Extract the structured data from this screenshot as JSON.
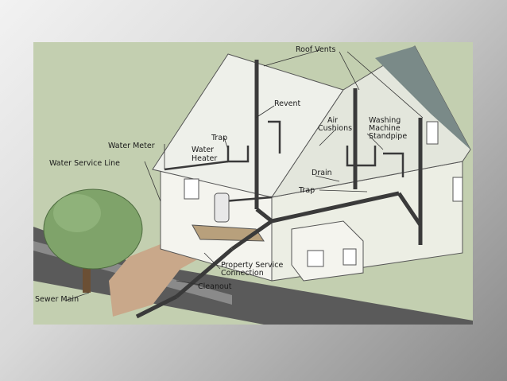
{
  "colors": {
    "background": "#c3cfb0",
    "wall": "#f4f4ee",
    "roof": "#eef0ea",
    "pipe": "#3a3a3a",
    "tree": "#7fa36a",
    "dirt": "#c9a88a",
    "road": "#4a4a4a"
  },
  "labels": {
    "roof_vents": "Roof Vents",
    "revent": "Revent",
    "air_cushions_1": "Air",
    "air_cushions_2": "Cushions",
    "washing_1": "Washing",
    "washing_2": "Machine",
    "washing_3": "Standpipe",
    "trap_top": "Trap",
    "water_meter": "Water Meter",
    "water_heater_1": "Water",
    "water_heater_2": "Heater",
    "water_service_line": "Water Service Line",
    "drain": "Drain",
    "trap_mid": "Trap",
    "property_service_1": "Property Service",
    "property_service_2": "Connection",
    "cleanout": "Cleanout",
    "sewer_main": "Sewer Main"
  }
}
